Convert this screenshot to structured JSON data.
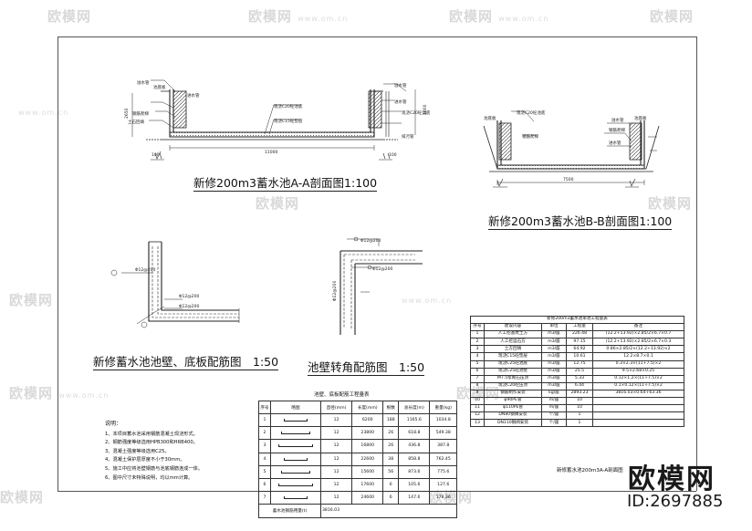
{
  "watermarks": [
    "欧模网",
    "www.om.cn"
  ],
  "titles": {
    "section_aa": "新修200m3蓄水池A-A剖面图1:100",
    "section_bb": "新修200m3蓄水池B-B剖面图1:100",
    "wall_floor": "新修蓄水池池壁、底板配筋图　1:50",
    "corner": "池壁转角配筋图　1:50",
    "drawing_name": "新修蓄水池200m3A-A剖面图"
  },
  "labels": {
    "overflow_pipe": "溢水管",
    "floor_slab": "池底板",
    "inlet_pipe": "进水管",
    "c20_concrete": "现浇C20砼池底",
    "c15_cushion": "现浇C15砼垫层",
    "soil_backfill": "土石回填",
    "drain_pipe": "排污管",
    "steel_ladder": "钢筋爬梯",
    "dim_11000": "11000",
    "dim_7500": "7500",
    "dim_2650": "2650",
    "dim_1000": "1000",
    "dim_100": "100",
    "rebar_12_200": "Φ12@200"
  },
  "notes": {
    "heading": "说明：",
    "items": [
      "1、本项目蓄水池采用钢筋混凝土现浇形式。",
      "2、钢筋强度等级选用HPB300和HRB400。",
      "3、混凝土强度等级选用C25。",
      "4、混凝土保护层厚度不小于30mm。",
      "5、施工中应将池壁钢筋与池底钢筋连成一体。",
      "6、图中尺寸未特殊说明，均以mm计算。"
    ]
  },
  "rebar_table": {
    "title": "池壁、底板配筋工程量表",
    "headers": [
      "序号",
      "略图",
      "直径(mm)",
      "长度(mm)",
      "根数",
      "总长度(m)",
      "重量(kg)"
    ],
    "rows": [
      [
        "1",
        "",
        "12",
        "6200",
        "188",
        "1165.6",
        "1034.8"
      ],
      [
        "2",
        "",
        "12",
        "23800",
        "26",
        "618.8",
        "549.38"
      ],
      [
        "3",
        "",
        "12",
        "16800",
        "26",
        "436.8",
        "387.8"
      ],
      [
        "4",
        "",
        "12",
        "22600",
        "38",
        "858.8",
        "762.45"
      ],
      [
        "5",
        "",
        "12",
        "15600",
        "56",
        "873.6",
        "775.6"
      ],
      [
        "6",
        "",
        "12",
        "17600",
        "6",
        "105.6",
        "127.6"
      ],
      [
        "7",
        "",
        "12",
        "24600",
        "6",
        "147.6",
        "178.36"
      ]
    ],
    "total_label": "蓄水池钢筋用量(t)",
    "total_value": "3816.03"
  },
  "quantity_table": {
    "title": "新修200m3蓄水池单池工程量表",
    "headers": [
      "序号",
      "建设内容",
      "单位",
      "工程量",
      "备注"
    ],
    "rows": [
      [
        "1",
        "人工挖基坑土方",
        "m3/座",
        "226.48",
        "(12.2+13.92)×2.85/2×6.7×0.7"
      ],
      [
        "2",
        "人工挖运石方",
        "m3/座",
        "97.15",
        "(12.2+13.92)×2.85/2×6.7×0.3"
      ],
      [
        "3",
        "土方回填",
        "m3/座",
        "64.92",
        "0.86×2.85/2×(12.2+13.92)×2"
      ],
      [
        "4",
        "现浇C15砼垫层",
        "m3/座",
        "10.61",
        "12.2×8.7×0.1"
      ],
      [
        "5",
        "现浇C25砼池底",
        "m3/座",
        "12.75",
        "0.3×2.3×(11+7.5)×2"
      ],
      [
        "6",
        "现浇C25砼池壁",
        "m3/座",
        "25.5",
        "9.5×2.68×0.25"
      ],
      [
        "7",
        "M7.5浆砌石压顶",
        "m3/座",
        "5.33",
        "0.12×1.2×(11+7.5)×2"
      ],
      [
        "8",
        "现浇C20砼压顶",
        "m3/座",
        "6.44",
        "0.1×0.12×(11+7.5)×2"
      ],
      [
        "9",
        "钢筋制作安装",
        "kg/座",
        "2893.23",
        "3816.03×0.64+63.36"
      ],
      [
        "10",
        "φ90PE管",
        "m/座",
        "10",
        ""
      ],
      [
        "11",
        "φ110PE管",
        "m/座",
        "10",
        ""
      ],
      [
        "12",
        "DN80钢阀安装",
        "个/座",
        "1",
        ""
      ],
      [
        "13",
        "DN110钢阀安装",
        "个/座",
        "1",
        ""
      ]
    ]
  },
  "brand": {
    "name": "欧模网",
    "id": "ID:2697885"
  }
}
